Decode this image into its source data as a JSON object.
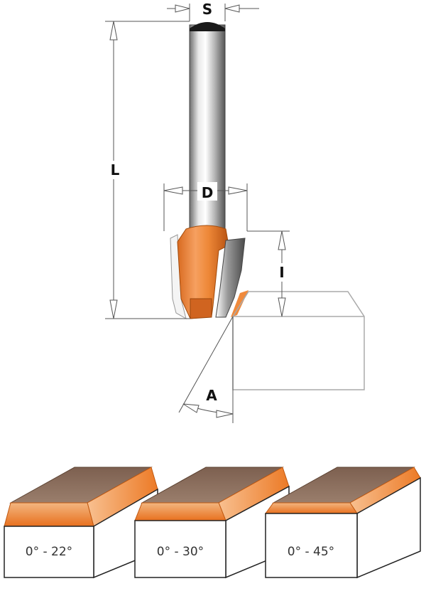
{
  "diagram": {
    "labels": {
      "s": "S",
      "l": "L",
      "d": "D",
      "i": "I",
      "a": "A"
    },
    "colors": {
      "orange": "#f08a3c",
      "orange_dark": "#c85a14",
      "brown": "#8a6e5c",
      "steel": "#bdbdbd"
    }
  },
  "blocks": [
    {
      "angle_label": "0° - 22°"
    },
    {
      "angle_label": "0° - 30°"
    },
    {
      "angle_label": "0° - 45°"
    }
  ]
}
